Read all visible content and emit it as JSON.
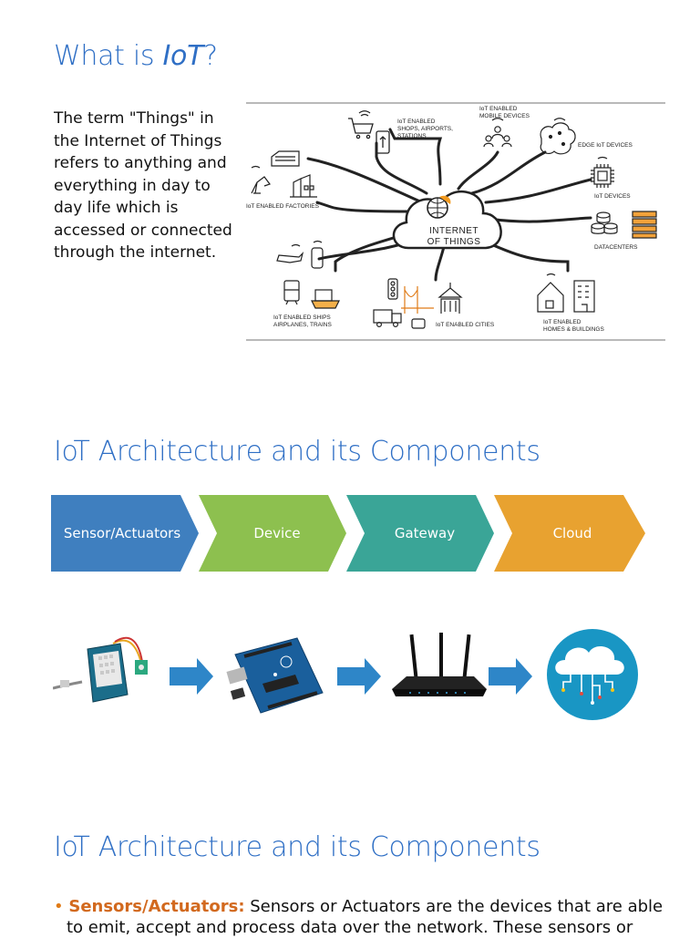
{
  "slide1": {
    "title_prefix": "What is ",
    "title_em": "IoT",
    "title_suffix": "?",
    "body": "The term \"Things\" in the Internet of Things refers to anything and everything in day to day life which is accessed or connected through the internet.",
    "diagram": {
      "center_line1": "INTERNET",
      "center_line2": "OF THINGS",
      "labels": {
        "shops_1": "IoT ENABLED",
        "shops_2": "SHOPS, AIRPORTS,",
        "shops_3": "STATIONS",
        "mobile_1": "IoT ENABLED",
        "mobile_2": "MOBILE DEVICES",
        "edge": "EDGE IoT DEVICES",
        "iot_devices": "IoT DEVICES",
        "datacenters": "DATACENTERS",
        "factories": "IoT ENABLED FACTORIES",
        "ships_1": "IoT ENABLED SHIPS",
        "ships_2": "AIRPLANES, TRAINS",
        "cities": "IoT ENABLED CITIES",
        "homes_1": "IoT ENABLED",
        "homes_2": "HOMES & BUILDINGS"
      }
    }
  },
  "slide2": {
    "title": "IoT Architecture and its Components",
    "chevrons": [
      {
        "label": "Sensor/Actuators",
        "color": "#3f7fbf"
      },
      {
        "label": "Device",
        "color": "#8dc04f"
      },
      {
        "label": "Gateway",
        "color": "#3aa597"
      },
      {
        "label": "Cloud",
        "color": "#e8a230"
      }
    ],
    "arrow_color": "#2e86c8",
    "device_icons": [
      "sensor-board-icon",
      "arduino-board-icon",
      "router-icon",
      "cloud-network-icon"
    ]
  },
  "slide3": {
    "title": "IoT Architecture and its Components",
    "bullet_term": "Sensors/Actuators:",
    "bullet_line1": " Sensors or Actuators are the devices that are able",
    "bullet_line2": "to emit, accept and process data over the network. These sensors or"
  }
}
